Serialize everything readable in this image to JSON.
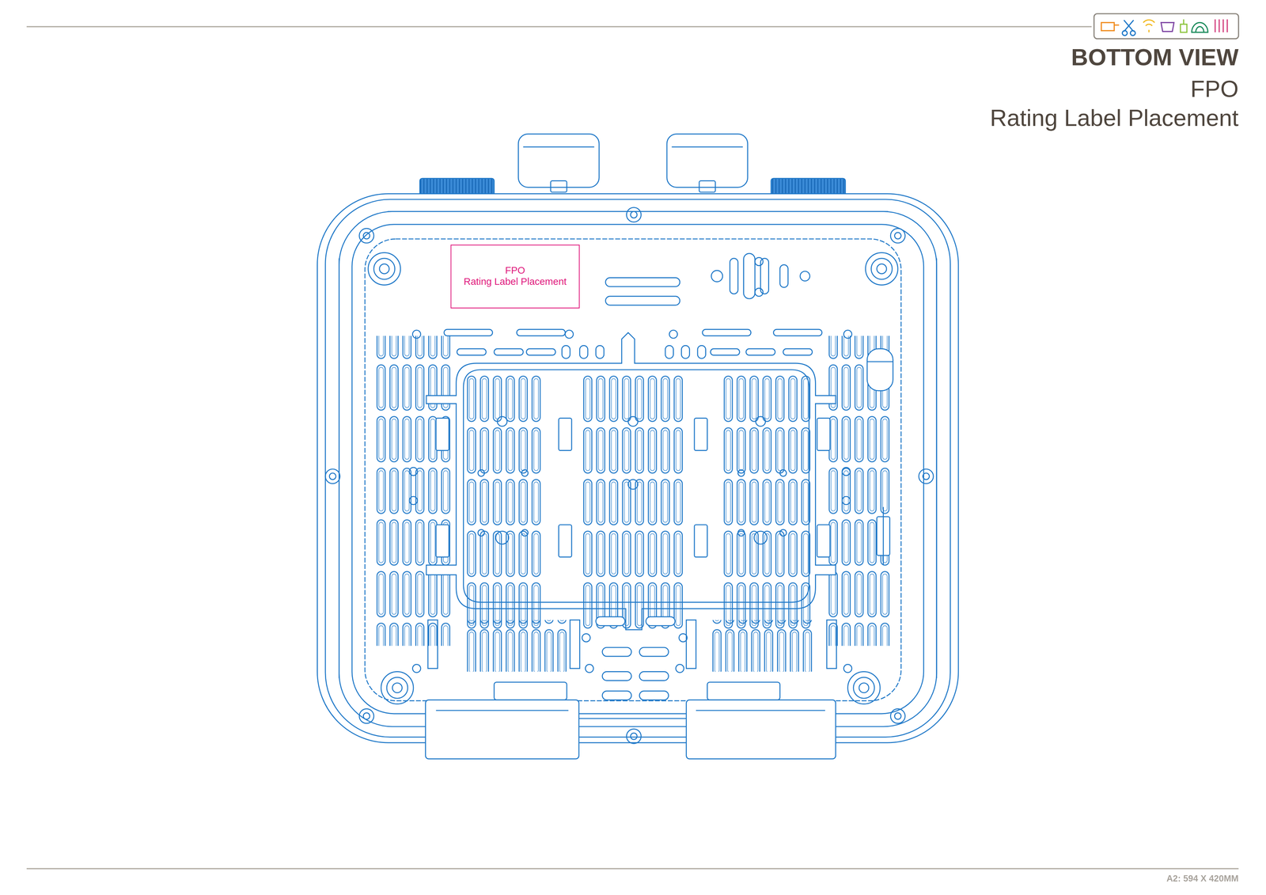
{
  "diagram": {
    "title": "BOTTOM VIEW",
    "nodes": [
      {
        "text": [
          "FPO",
          "Rating Label Placement"
        ]
      }
    ],
    "labels": [
      "FPO",
      "Rating Label Placement",
      "A2: 594 X 420MM"
    ]
  }
}
